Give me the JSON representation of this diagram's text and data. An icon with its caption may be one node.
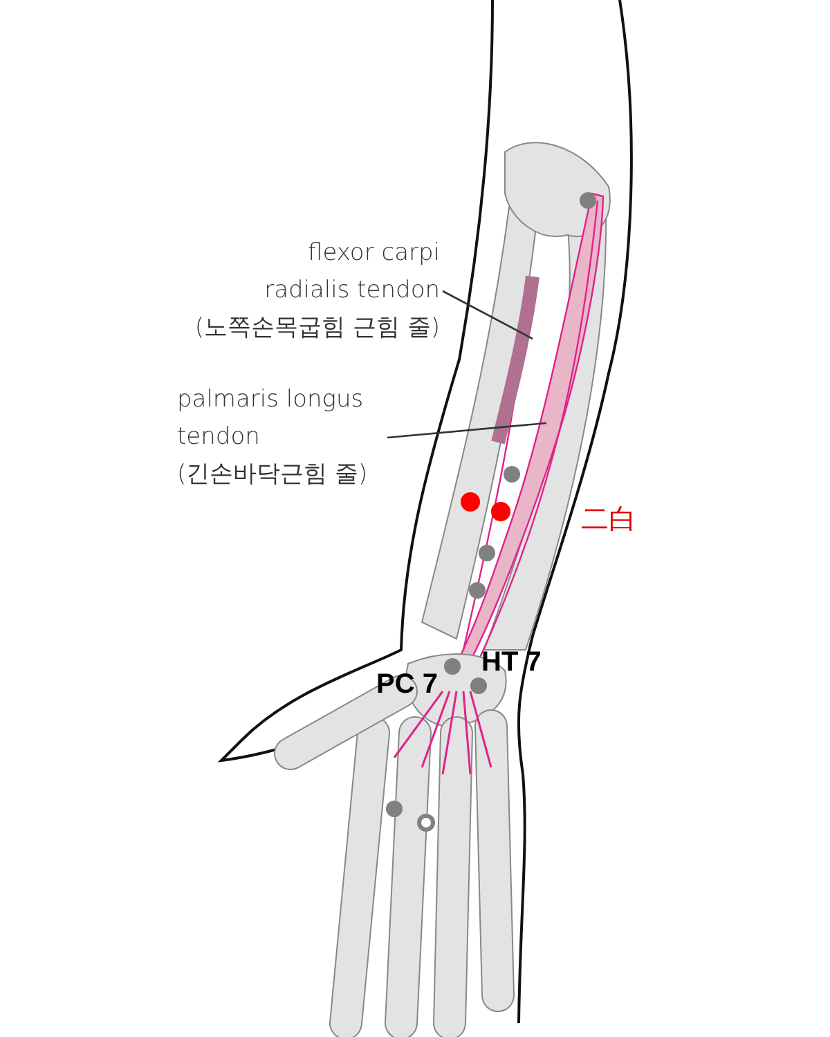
{
  "diagram": {
    "nodes": [
      {
        "text": [
          "flexor carpi radialis tendon",
          "(노쪽손목굽힘 근힘 줄)"
        ]
      },
      {
        "text": [
          "palmaris longus tendon",
          "(긴손바닥근힘 줄)"
        ]
      }
    ],
    "edges": [
      {
        "from": 0,
        "to": null,
        "arrow": "none"
      },
      {
        "from": 1,
        "to": null,
        "arrow": "none"
      }
    ],
    "labels": [
      "二白",
      "HT 7",
      "PC 7"
    ]
  }
}
